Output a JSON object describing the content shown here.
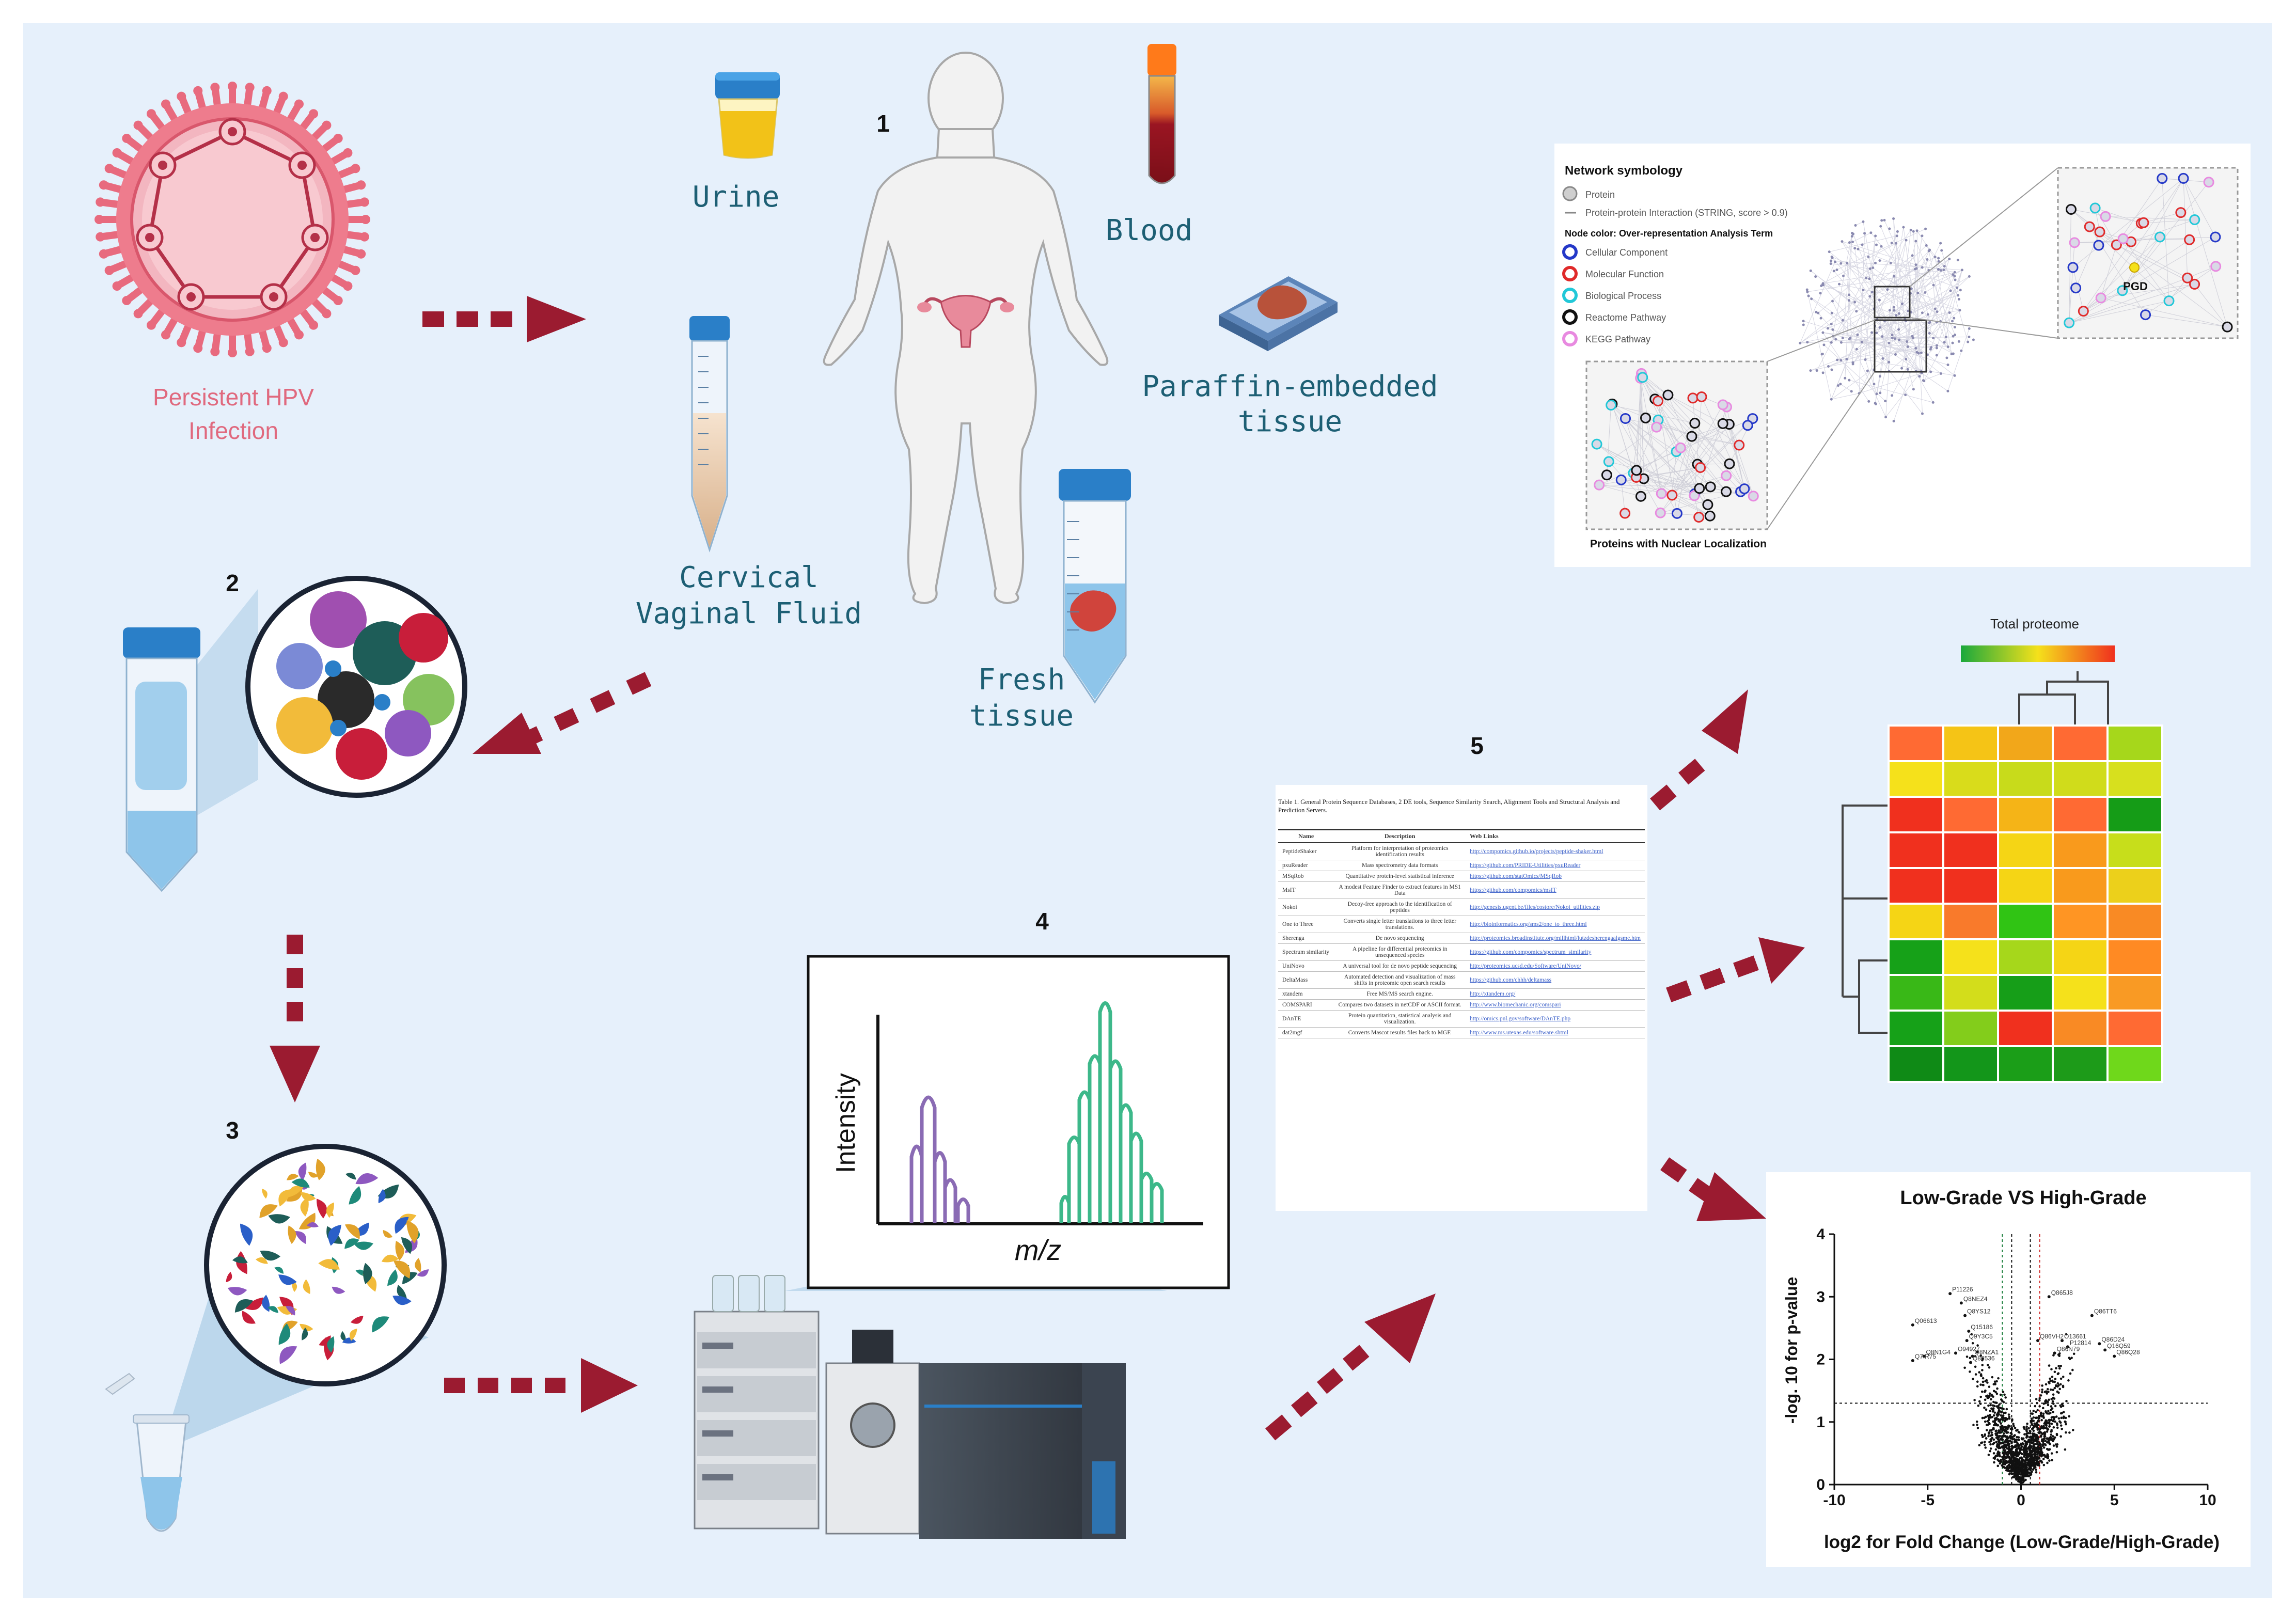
{
  "colors": {
    "background": "#e6f0fb",
    "arrow": "#9b1b30",
    "hpv": "#e86a7e",
    "label_text": "#1d5f74",
    "hpv_label": "#e0697e"
  },
  "labels": {
    "hpv": [
      "Persistent HPV",
      "Infection"
    ],
    "urine": "Urine",
    "blood": "Blood",
    "paraffin": [
      "Paraffin-embedded",
      "tissue"
    ],
    "cvf": [
      "Cervical",
      "Vaginal Fluid"
    ],
    "fresh": [
      "Fresh",
      "tissue"
    ]
  },
  "steps": [
    "1",
    "2",
    "3",
    "4",
    "5"
  ],
  "spectrum": {
    "ylabel": "Intensity",
    "xlabel": "m/z"
  },
  "network": {
    "legend_title": "Network symbology",
    "protein": "Protein",
    "ppi": "Protein-protein Interaction (STRING, score > 0.9)",
    "node_color_title": "Node color: Over-representation Analysis Term",
    "terms": [
      {
        "label": "Cellular Component",
        "color": "#2438c8"
      },
      {
        "label": "Molecular Function",
        "color": "#e02a2a"
      },
      {
        "label": "Biological Process",
        "color": "#22c8d8"
      },
      {
        "label": "Reactome Pathway",
        "color": "#111111"
      },
      {
        "label": "KEGG Pathway",
        "color": "#e88ae0"
      }
    ],
    "zoom_label": "PGD",
    "nuclear_label": "Proteins with Nuclear Localization"
  },
  "table": {
    "caption": "Table 1. General Protein Sequence Databases, 2 DE tools, Sequence Similarity Search, Alignment Tools and Structural Analysis and Prediction Servers.",
    "headers": [
      "Name",
      "Description",
      "Web Links"
    ],
    "rows": [
      [
        "PeptideShaker",
        "Platform for interpretation of proteomics identification results",
        "http://compomics.github.io/projects/peptide-shaker.html"
      ],
      [
        "pxuReader",
        "Mass spectrometry data formats",
        "https://github.com/PRIDE-Utilities/pxuReader"
      ],
      [
        "MSqRob",
        "Quantitative protein-level statistical inference",
        "https://github.com/statOmics/MSqRob"
      ],
      [
        "MsIT",
        "A modest Feature Finder to extract features in MS1 Data",
        "https://github.com/compomics/msIT"
      ],
      [
        "Nokoi",
        "Decoy-free approach to the identification of peptides",
        "http://genesis.ugent.be/files/costore/Nokoi_utilities.zip"
      ],
      [
        "One to Three",
        "Converts single letter translations to three letter translations.",
        "http://bioinformatics.org/sms2/one_to_three.html"
      ],
      [
        "Sherenga",
        "De novo sequencing",
        "http://proteomics.broadinstitute.org/millhtml/lutzdesherengaalgsme.htm"
      ],
      [
        "Spectrum similarity",
        "A pipeline for differential proteomics in unsequenced species",
        "https://github.com/compomics/spectrum_similarity"
      ],
      [
        "UniNovo",
        "A universal tool for de novo peptide sequencing",
        "http://proteomics.ucsd.edu/Software/UniNovo/"
      ],
      [
        "DeltaMass",
        "Automated detection and visualization of mass shifts in proteomic open search results",
        "https://github.com/chhh/deltamass"
      ],
      [
        "xtandem",
        "Free MS/MS search engine.",
        "http://xtandem.org/"
      ],
      [
        "COMSPARI",
        "Compares two datasets in netCDF or ASCII format.",
        "http://www.biomechanic.org/comspari"
      ],
      [
        "DAnTE",
        "Protein quantitation, statistical analysis and visualization.",
        "http://omics.pnl.gov/software/DAnTE.php"
      ],
      [
        "dat2mgf",
        "Converts Mascot results files back to MGF.",
        "http://www.ms.utexas.edu/software.shtml"
      ]
    ]
  },
  "heatmap": {
    "title": "Total proteome",
    "colors": [
      [
        "#ff6a33",
        "#f5c416",
        "#f2a71a",
        "#ff6a33",
        "#a6d71b"
      ],
      [
        "#f5e11b",
        "#d9dc1b",
        "#c8db1b",
        "#d0dc1b",
        "#d7e01e"
      ],
      [
        "#f0301e",
        "#ff6a33",
        "#f5b417",
        "#ff6a33",
        "#159c17"
      ],
      [
        "#f0301e",
        "#f0301e",
        "#f5d515",
        "#f99a1c",
        "#c7de1b"
      ],
      [
        "#f0301e",
        "#f0301e",
        "#f5d515",
        "#f99a1c",
        "#ecd01b"
      ],
      [
        "#f5d515",
        "#f97a2b",
        "#30c414",
        "#ff9523",
        "#f98a24"
      ],
      [
        "#16a118",
        "#f5e11b",
        "#a6d71b",
        "#f5d515",
        "#ff8a23"
      ],
      [
        "#39b817",
        "#d3dd1b",
        "#169e18",
        "#f5e11b",
        "#f99a24"
      ],
      [
        "#16a118",
        "#83cd1b",
        "#f0301e",
        "#f98a24",
        "#ff6a33"
      ],
      [
        "#0f8a16",
        "#13961a",
        "#1b9e18",
        "#1d9b19",
        "#6fd81b"
      ]
    ]
  },
  "volcano": {
    "title": "Low-Grade  VS High-Grade",
    "xlabel": "log2 for Fold Change (Low-Grade/High-Grade)",
    "ylabel": "-log. 10 for p-value",
    "xlim": [
      -10,
      10
    ],
    "ylim": [
      0,
      4
    ],
    "xticks": [
      "-10",
      "-5",
      "0",
      "5",
      "10"
    ],
    "yticks": [
      "0",
      "1",
      "2",
      "3",
      "4"
    ],
    "threshold_p": 1.3,
    "fc_thresholds": [
      -1,
      -0.5,
      0.5,
      1
    ],
    "annotations": [
      {
        "label": "P11226",
        "x": -3.8,
        "y": 3.05
      },
      {
        "label": "Q8NEZ4",
        "x": -3.2,
        "y": 2.9
      },
      {
        "label": "Q8YS12",
        "x": -3.0,
        "y": 2.7
      },
      {
        "label": "Q06613",
        "x": -5.8,
        "y": 2.55
      },
      {
        "label": "Q15186",
        "x": -2.8,
        "y": 2.45
      },
      {
        "label": "Q9Y3C5",
        "x": -2.9,
        "y": 2.3
      },
      {
        "label": "O94927",
        "x": -3.5,
        "y": 2.1
      },
      {
        "label": "Q8N1G4",
        "x": -5.2,
        "y": 2.05
      },
      {
        "label": "Q7IR75",
        "x": -5.8,
        "y": 1.98
      },
      {
        "label": "Q8NZA1",
        "x": -2.6,
        "y": 2.05
      },
      {
        "label": "Q86536",
        "x": -2.7,
        "y": 1.95
      },
      {
        "label": "Q865J8",
        "x": 1.5,
        "y": 3.0
      },
      {
        "label": "Q86TT6",
        "x": 3.8,
        "y": 2.7
      },
      {
        "label": "Q86VH2",
        "x": 0.9,
        "y": 2.3
      },
      {
        "label": "O13661",
        "x": 2.2,
        "y": 2.3
      },
      {
        "label": "Q86D24",
        "x": 4.2,
        "y": 2.25
      },
      {
        "label": "P12814",
        "x": 2.5,
        "y": 2.2
      },
      {
        "label": "Q16Q59",
        "x": 4.5,
        "y": 2.15
      },
      {
        "label": "Q86N79",
        "x": 1.8,
        "y": 2.1
      },
      {
        "label": "Q86Q28",
        "x": 5.0,
        "y": 2.05
      }
    ]
  }
}
